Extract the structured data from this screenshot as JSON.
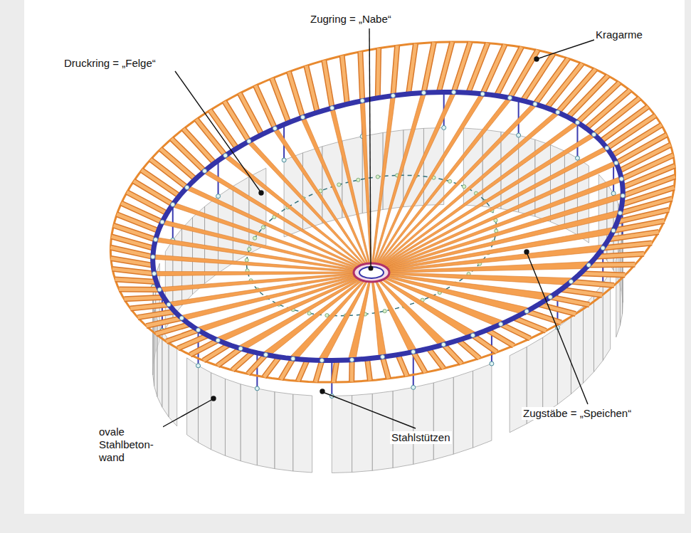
{
  "diagram": {
    "labels": [
      "Zugring = „Nabe“",
      "Kragarme",
      "Druckring = „Felge“",
      "Zugstäbe = „Speichen“",
      "ovale Stahlbeton- wand",
      "Stahlstützen"
    ]
  }
}
